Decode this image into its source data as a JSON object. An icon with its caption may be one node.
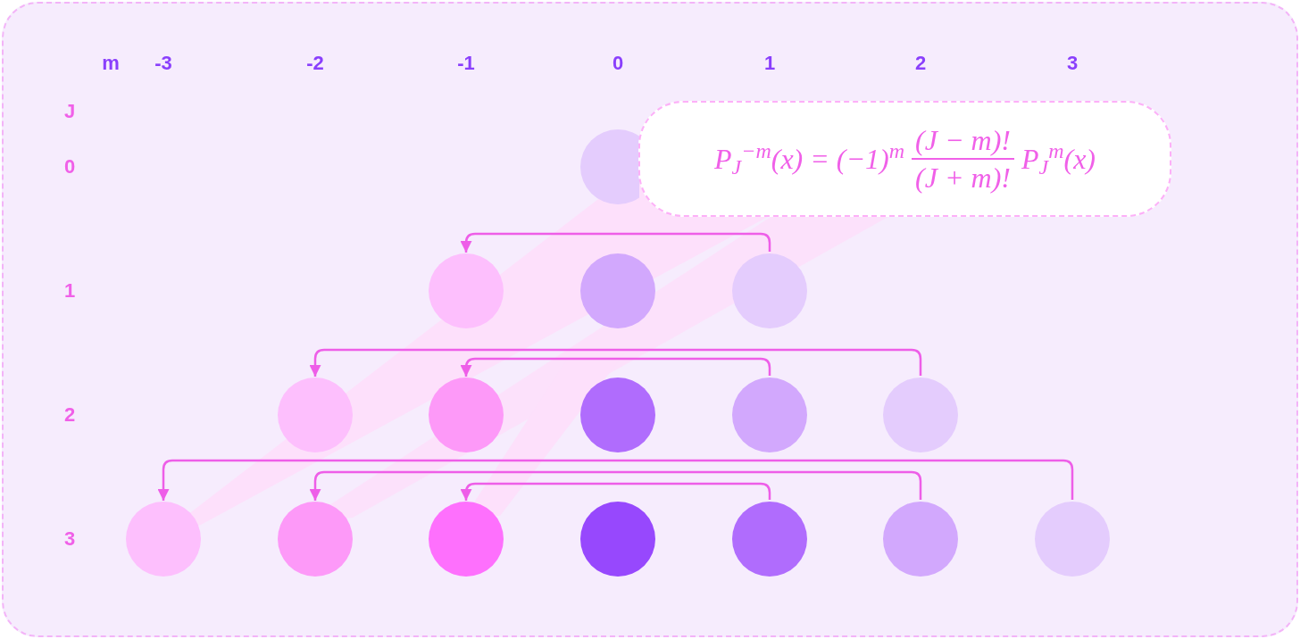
{
  "diagram": {
    "nodes": [
      {
        "text": [],
        "shape": "circle"
      },
      {
        "text": [
          "P$_{J}$$^{−m}$(x) = (−1)$^{m}$",
          "(J − m)!",
          "(J + m)!",
          "P$_{J}$$^{m}$(x)"
        ]
      },
      {
        "text": [],
        "shape": "circle"
      },
      {
        "text": [],
        "shape": "circle"
      },
      {
        "text": [],
        "shape": "circle"
      },
      {
        "text": [],
        "shape": "circle"
      },
      {
        "text": [],
        "shape": "circle"
      },
      {
        "text": [],
        "shape": "circle"
      },
      {
        "text": [],
        "shape": "circle"
      },
      {
        "text": [],
        "shape": "circle"
      },
      {
        "text": [],
        "shape": "circle"
      },
      {
        "text": [],
        "shape": "circle"
      },
      {
        "text": [],
        "shape": "circle"
      },
      {
        "text": [],
        "shape": "circle"
      },
      {
        "text": [],
        "shape": "circle"
      },
      {
        "text": [],
        "shape": "circle"
      },
      {
        "text": [],
        "shape": "circle"
      }
    ],
    "edges": [
      {
        "from": 4,
        "to": 2,
        "arrow": "to"
      },
      {
        "from": 9,
        "to": 5,
        "arrow": "to"
      },
      {
        "from": 8,
        "to": 6,
        "arrow": "to"
      },
      {
        "from": 16,
        "to": 10,
        "arrow": "to"
      },
      {
        "from": 15,
        "to": 11,
        "arrow": "to"
      },
      {
        "from": 14,
        "to": 12,
        "arrow": "to"
      }
    ],
    "labels": [
      "m",
      "-3",
      "-2",
      "-1",
      "0",
      "1",
      "2",
      "3",
      "J",
      "0",
      "1",
      "2",
      "3"
    ]
  }
}
